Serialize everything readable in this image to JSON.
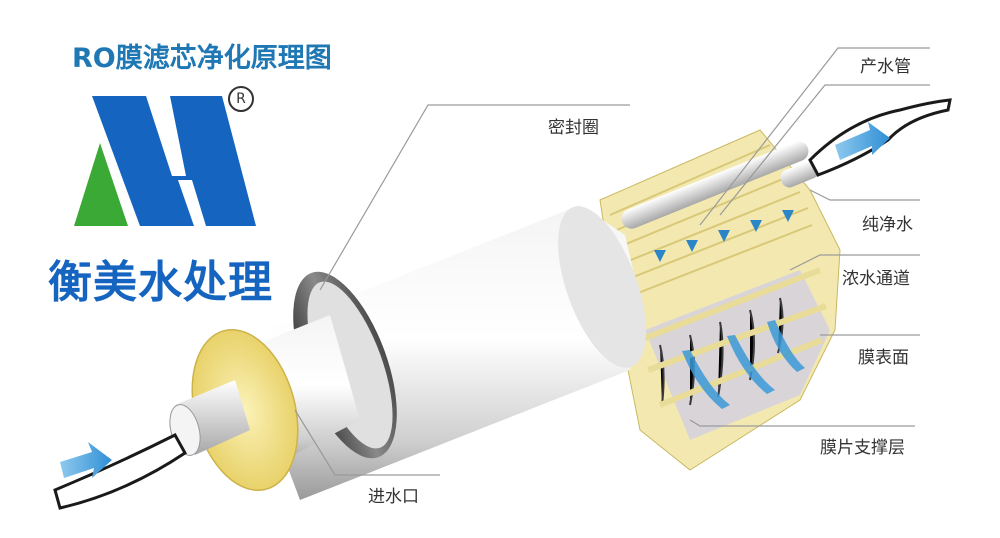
{
  "header": {
    "title": "RO膜滤芯净化原理图"
  },
  "logo": {
    "brand_name": "衡美水处理",
    "registered_mark": "R",
    "colors": {
      "blue": "#1565c0",
      "green": "#3aa935",
      "title_blue": "#1f78b4"
    }
  },
  "diagram": {
    "subject": "RO membrane filter cutaway",
    "labels": [
      {
        "id": "product-water-tube",
        "text": "产水管"
      },
      {
        "id": "seal-ring",
        "text": "密封圈"
      },
      {
        "id": "pure-water",
        "text": "纯净水"
      },
      {
        "id": "concentrate-channel",
        "text": "浓水通道"
      },
      {
        "id": "membrane-surface",
        "text": "膜表面"
      },
      {
        "id": "membrane-support-layer",
        "text": "膜片支撑层"
      },
      {
        "id": "water-inlet",
        "text": "进水口"
      }
    ],
    "colors": {
      "membrane_yellow": "#f3e9b0",
      "membrane_line": "#d8c878",
      "housing_gray": "#d9d9d9",
      "seal_dark": "#5a5a5a",
      "flow_blue": "#3b9ad9",
      "leader_line": "#9a9a9a"
    }
  }
}
